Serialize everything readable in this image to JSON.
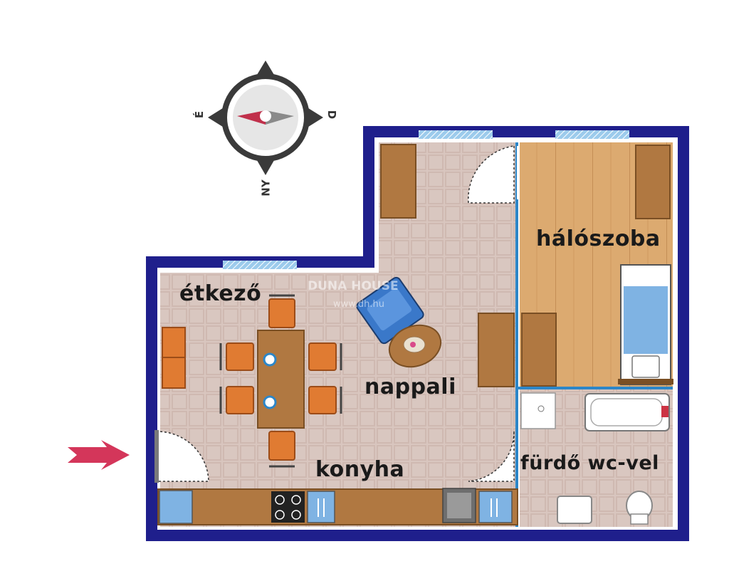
{
  "compass": {
    "north": "É",
    "east": "D",
    "south": "NY"
  },
  "rooms": {
    "dining": "étkező",
    "living": "nappali",
    "kitchen": "konyha",
    "bedroom": "hálószoba",
    "bathroom": "fürdő wc-vel"
  },
  "watermark": {
    "brand": "DUNA HOUSE",
    "url": "www.dh.hu"
  },
  "colors": {
    "wall": "#1f1f8c",
    "window": "#8fc3e8",
    "tile": "#d9c6bf",
    "wood_floor": "#d8a66b",
    "furniture": "#b07841",
    "chair": "#e07b32",
    "entrance_arrow": "#d4365a",
    "divider": "#2c86c8"
  }
}
